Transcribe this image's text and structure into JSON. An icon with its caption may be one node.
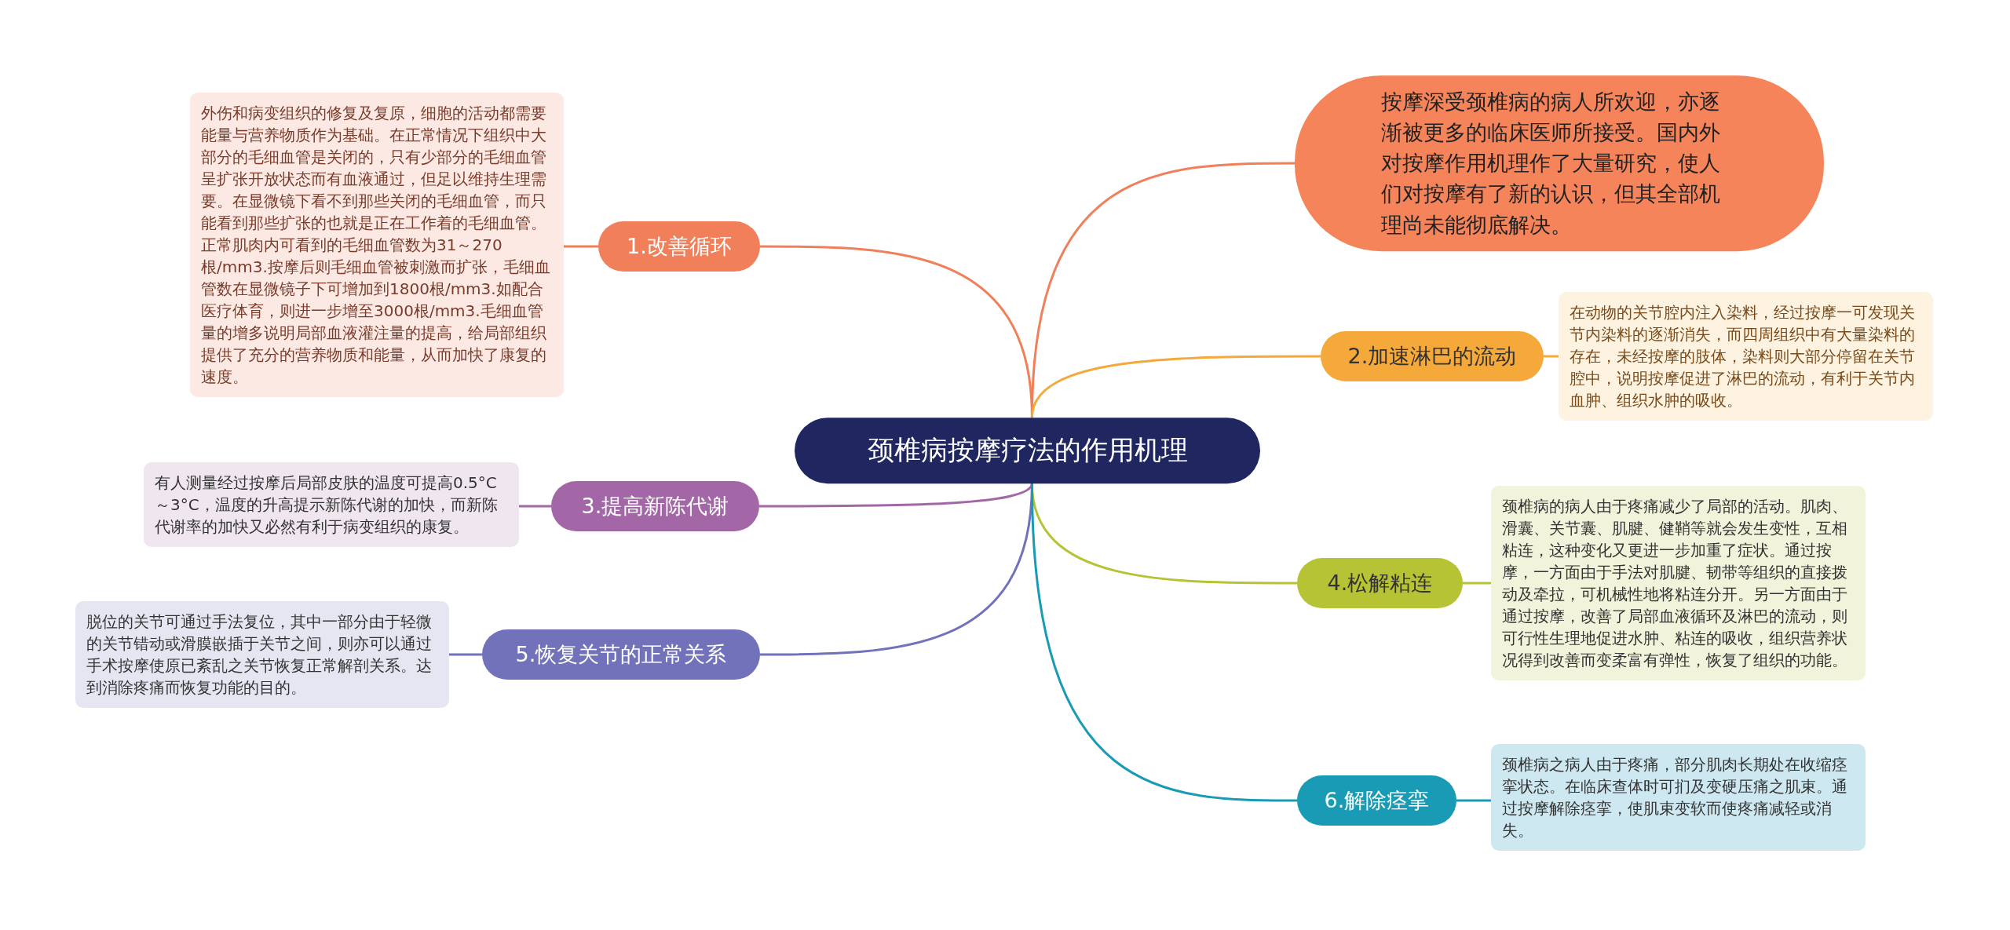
{
  "diagram": {
    "nodes": [
      {
        "text": [
          "颈椎病按摩疗法的作用机理"
        ]
      },
      {
        "text": [
          "按摩深受颈椎病的病人所欢迎，亦逐渐被更多的临床医师所接受。国内外对按摩作用机理作了大量研究，使人们对按摩有了新的认识，但其全部机理尚未能彻底解决。"
        ]
      },
      {
        "text": [
          "1.改善循环"
        ]
      },
      {
        "text": [
          "外伤和病变组织的修复及复原，细胞的活动都需要能量与营养物质作为基础。在正常情况下组织中大部分的毛细血管是关闭的，只有少部分的毛细血管呈扩张开放状态而有血液通过，但足以维持生理需要。在显微镜下看不到那些关闭的毛细血管，而只能看到那些扩张的也就是正在工作着的毛细血管。正常肌肉内可看到的毛细血管数为31～270根/mm3.按摩后则毛细血管被刺激而扩张，毛细血管数在显微镜子下可增加到1800根/mm3.如配合医疗体育，则进一步增至3000根/mm3.毛细血管量的增多说明局部血液灌注量的提高，给局部组织提供了充分的营养物质和能量，从而加快了康复的速度。"
        ]
      },
      {
        "text": [
          "2.加速淋巴的流动"
        ]
      },
      {
        "text": [
          "在动物的关节腔内注入染料，经过按摩一可发现关节内染料的逐渐消失，而四周组织中有大量染料的存在，未经按摩的肢体，染料则大部分停留在关节腔中，说明按摩促进了淋巴的流动，有利于关节内血肿、组织水肿的吸收。"
        ]
      },
      {
        "text": [
          "3.提高新陈代谢"
        ]
      },
      {
        "text": [
          "有人测量经过按摩后局部皮肤的温度可提高0.5°C～3°C，温度的升高提示新陈代谢的加快，而新陈代谢率的加快又必然有利于病变组织的康复。"
        ]
      },
      {
        "text": [
          "4.松解粘连"
        ]
      },
      {
        "text": [
          "颈椎病的病人由于疼痛减少了局部的活动。肌肉、滑囊、关节囊、肌腱、健鞘等就会发生变性，互相粘连，这种变化又更进一步加重了症状。通过按摩，一方面由于手法对肌腱、韧带等组织的直接拨动及牵拉，可机械性地将粘连分开。另一方面由于通过按摩，改善了局部血液循环及淋巴的流动，则可行性生理地促进水肿、粘连的吸收，组织营养状况得到改善而变柔富有弹性，恢复了组织的功能。"
        ]
      },
      {
        "text": [
          "5.恢复关节的正常关系"
        ]
      },
      {
        "text": [
          "脱位的关节可通过手法复位，其中一部分由于轻微的关节错动或滑膜嵌插于关节之间，则亦可以通过手术按摩使原已紊乱之关节恢复正常解剖关系。达到消除疼痛而恢复功能的目的。"
        ]
      },
      {
        "text": [
          "6.解除痉挛"
        ]
      },
      {
        "text": [
          "颈椎病之病人由于疼痛，部分肌肉长期处在收缩痉挛状态。在临床查体时可扪及变硬压痛之肌束。通过按摩解除痉挛，使肌束变软而使疼痛减轻或消失。"
        ]
      }
    ],
    "edges": [
      {
        "from": 0,
        "to": 1,
        "arrow": "none",
        "color": "#f07f5a"
      },
      {
        "from": 0,
        "to": 2,
        "arrow": "none",
        "color": "#f07f5a"
      },
      {
        "from": 2,
        "to": 3,
        "arrow": "none",
        "color": "#f07f5a"
      },
      {
        "from": 0,
        "to": 4,
        "arrow": "none",
        "color": "#f5a93a"
      },
      {
        "from": 4,
        "to": 5,
        "arrow": "none",
        "color": "#f5a93a"
      },
      {
        "from": 0,
        "to": 6,
        "arrow": "none",
        "color": "#a367a8"
      },
      {
        "from": 6,
        "to": 7,
        "arrow": "none",
        "color": "#a367a8"
      },
      {
        "from": 0,
        "to": 8,
        "arrow": "none",
        "color": "#b5c334"
      },
      {
        "from": 8,
        "to": 9,
        "arrow": "none",
        "color": "#b5c334"
      },
      {
        "from": 0,
        "to": 10,
        "arrow": "none",
        "color": "#7272bb"
      },
      {
        "from": 10,
        "to": 11,
        "arrow": "none",
        "color": "#7272bb"
      },
      {
        "from": 0,
        "to": 12,
        "arrow": "none",
        "color": "#1a9bb5"
      },
      {
        "from": 12,
        "to": 13,
        "arrow": "none",
        "color": "#1a9bb5"
      }
    ]
  }
}
